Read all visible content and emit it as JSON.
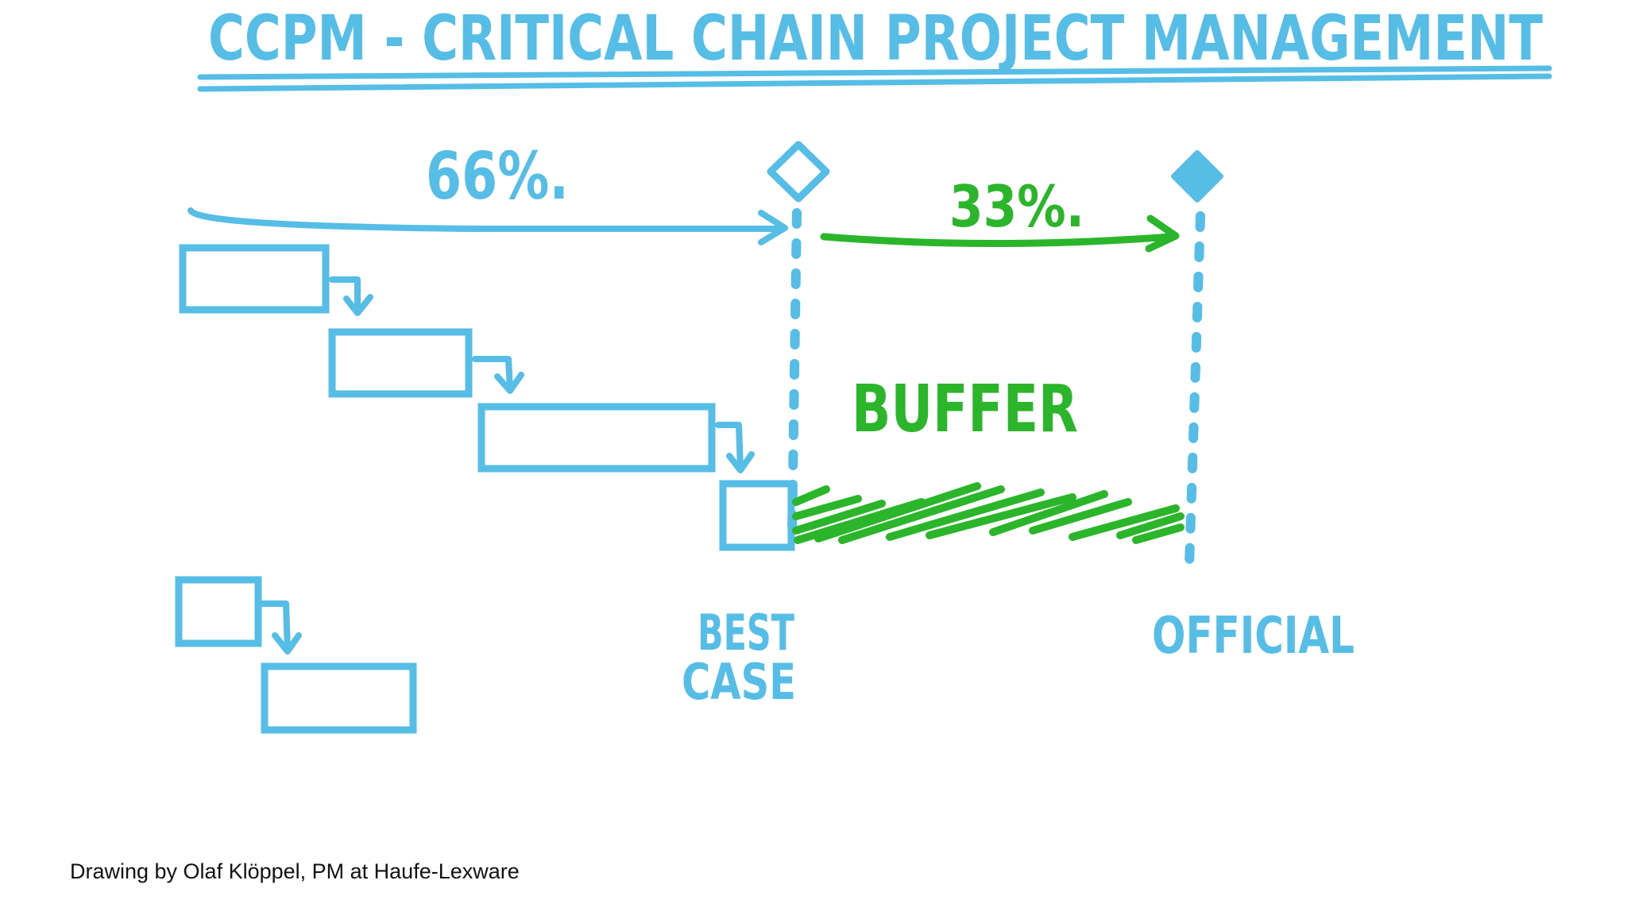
{
  "title": "CCPM - CRITICAL CHAIN PROJECT MANAGEMENT",
  "labels": {
    "best_share": "66%.",
    "buffer_share": "33%.",
    "buffer": "BUFFER",
    "best_case_line1": "BEST",
    "best_case_line2": "CASE",
    "official": "OFFICIAL"
  },
  "credit": "Drawing by Olaf Klöppel, PM at Haufe-Lexware",
  "colors": {
    "ink_blue": "#55bde6",
    "ink_green": "#2bb52b",
    "credit_text": "#111111",
    "background": "#ffffff"
  }
}
